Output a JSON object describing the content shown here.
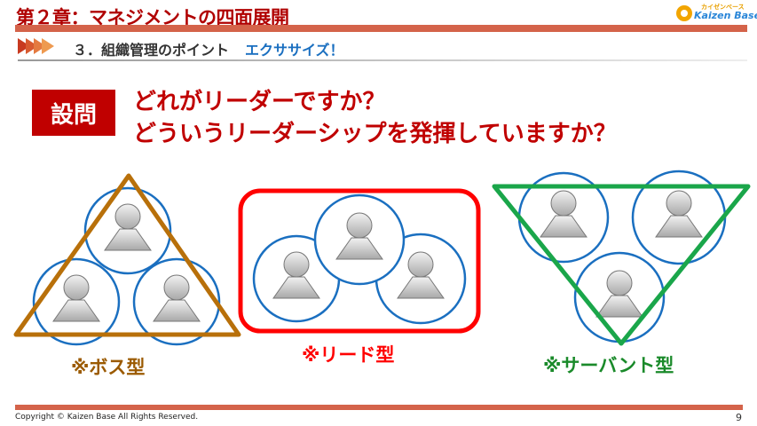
{
  "header": {
    "title": "第２章：マネジメントの四面展開",
    "logo_small": "カイゼンベース",
    "logo_main": "Kaizen Base"
  },
  "subheader": {
    "section": "３．組織管理のポイント",
    "exercise": "エクササイズ！"
  },
  "question": {
    "badge": "設問",
    "line1": "どれがリーダーですか？",
    "line2": "どういうリーダーシップを発揮していますか？"
  },
  "diagrams": [
    {
      "label": "※ボス型",
      "color": "#b8700a"
    },
    {
      "label": "※リード型",
      "color": "#ff0000"
    },
    {
      "label": "※サーバント型",
      "color": "#1aa64a"
    }
  ],
  "footer": {
    "copyright": "Copyright ©  Kaizen Base  All Rights Reserved.",
    "page": "9"
  }
}
